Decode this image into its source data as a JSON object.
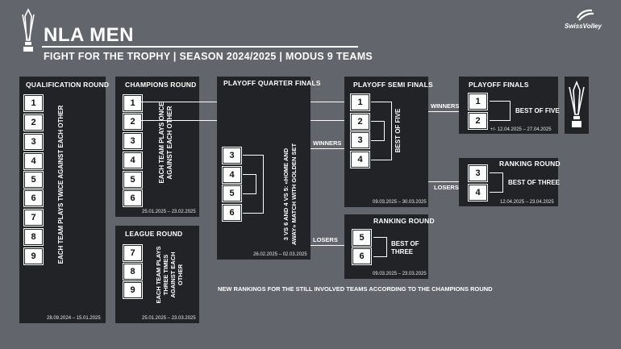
{
  "header": {
    "title": "NLA MEN",
    "subtitle": "FIGHT FOR THE TROPHY | SEASON 2024/2025 | MODUS 9 TEAMS",
    "brand": "SwissVolley"
  },
  "qualification": {
    "title": "QUALIFICATION ROUND",
    "teams": [
      "1",
      "2",
      "3",
      "4",
      "5",
      "6",
      "7",
      "8",
      "9"
    ],
    "note": "EACH TEAM PLAYS TWICE AGAINST EACH OTHER",
    "date": "28.09.2024 – 15.01.2025"
  },
  "champions": {
    "title": "CHAMPIONS ROUND",
    "teams": [
      "1",
      "2",
      "3",
      "4",
      "5",
      "6"
    ],
    "note_line1": "EACH TEAM PLAYS ONCE",
    "note_line2": "AGAINST EACH OTHER",
    "date": "25.01.2025 – 23.02.2025"
  },
  "league": {
    "title": "LEAGUE ROUND",
    "teams": [
      "7",
      "8",
      "9"
    ],
    "note_line1": "EACH TEAM PLAYS",
    "note_line2": "THREE TIMES",
    "note_line3": "AGAINST EACH",
    "note_line4": "OTHER",
    "date": "25.01.2025 – 23.03.2025"
  },
  "quarter": {
    "title": "PLAYOFF QUARTER FINALS",
    "teams": [
      "3",
      "4",
      "5",
      "6"
    ],
    "note_line1": "3 VS 6 AND 4 VS 5: «HOME AND",
    "note_line2": "AWAY» MATCH WITH GOLDEN SET",
    "date": "26.02.2025 – 02.03.2025"
  },
  "semi": {
    "title": "PLAYOFF SEMI FINALS",
    "teams": [
      "1",
      "2",
      "3",
      "4"
    ],
    "note": "BEST OF FIVE",
    "date": "09.03.2025 – 30.03.2025"
  },
  "finals": {
    "title": "PLAYOFF FINALS",
    "teams": [
      "1",
      "2"
    ],
    "note": "BEST OF FIVE",
    "date": "+/- 12.04.2025 – 27.04.2025"
  },
  "ranking_top": {
    "title": "RANKING ROUND",
    "teams": [
      "3",
      "4"
    ],
    "note": "BEST OF THREE",
    "date": "12.04.2025 – 23.04.2025"
  },
  "ranking_bottom": {
    "title": "RANKING ROUND",
    "teams": [
      "5",
      "6"
    ],
    "note_line1": "BEST OF",
    "note_line2": "THREE",
    "date": "09.03.2025 – 23.03.2025"
  },
  "labels": {
    "winners_qf": "WINNERS",
    "losers_qf": "LOSERS",
    "winners_sf": "WINNERS",
    "losers_sf": "LOSERS"
  },
  "footnote": "NEW RANKINGS FOR THE STILL INVOLVED TEAMS ACCORDING TO THE CHAMPIONS ROUND"
}
